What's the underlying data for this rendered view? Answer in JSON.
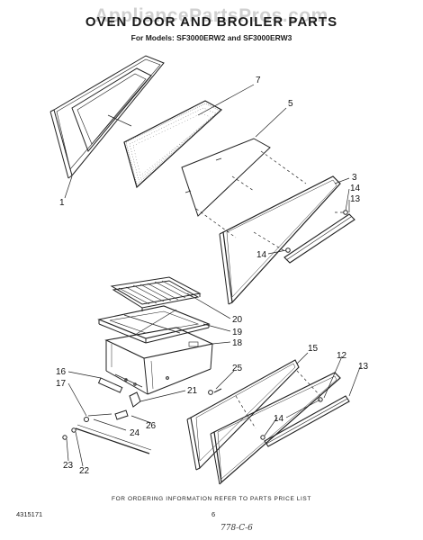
{
  "watermark": "AppliancePartsPros.com",
  "title": "OVEN DOOR AND BROILER PARTS",
  "subtitle": "For Models: SF3000ERW2 and SF3000ERW3",
  "callouts": {
    "c1": "1",
    "c7": "7",
    "c5": "5",
    "c3": "3",
    "c14a": "14",
    "c13a": "13",
    "c14b": "14",
    "c20": "20",
    "c19": "19",
    "c18": "18",
    "c25": "25",
    "c16": "16",
    "c17": "17",
    "c21": "21",
    "c26": "26",
    "c24": "24",
    "c23": "23",
    "c22": "22",
    "c15": "15",
    "c12": "12",
    "c13b": "13",
    "c14c": "14"
  },
  "footer": "FOR ORDERING INFORMATION REFER TO PARTS PRICE LIST",
  "doc_number": "4315171",
  "page_number": "6",
  "handwritten_note": "778-C-6"
}
